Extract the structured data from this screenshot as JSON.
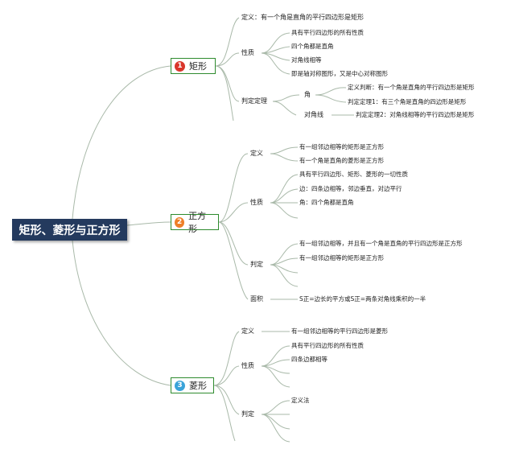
{
  "root": {
    "title": "矩形、菱形与正方形"
  },
  "colors": {
    "line": "#a9b9a9",
    "branch_border": "#2e8b2e",
    "root_bg": "#243a5e",
    "badge1": "#d9362b",
    "badge2": "#ee7f27",
    "badge3": "#3aa3d9"
  },
  "branches": [
    {
      "number": "1",
      "title": "矩形",
      "definition": {
        "label": "定义",
        "text": "有一个角是直角的平行四边形是矩形"
      },
      "properties": {
        "label": "性质",
        "items": [
          "具有平行四边形的所有性质",
          "四个角都是直角",
          "对角线相等",
          "即是轴对称图形，又是中心对称图形"
        ]
      },
      "criteria": {
        "label": "判定定理",
        "angle": {
          "label": "角",
          "items": [
            "定义判断：有一个角是直角的平行四边形是矩形",
            "判定定理1：有三个角是直角的四边形是矩形"
          ]
        },
        "diagonal": {
          "label": "对角线",
          "item": "判定定理2：对角线相等的平行四边形是矩形"
        }
      }
    },
    {
      "number": "2",
      "title": "正方形",
      "definition": {
        "label": "定义",
        "items": [
          "有一组邻边相等的矩形是正方形",
          "有一个角是直角的菱形是正方形"
        ]
      },
      "properties": {
        "label": "性质",
        "items": [
          "具有平行四边形、矩形、菱形的一切性质",
          "边：四条边相等，邻边垂直，对边平行",
          "角：四个角都是直角"
        ]
      },
      "criteria": {
        "label": "判定",
        "items": [
          "有一组邻边相等，并且有一个角是直角的平行四边形是正方形",
          "有一组邻边相等的矩形是正方形"
        ]
      },
      "area": {
        "label": "面积",
        "text": "S正=边长的平方或S正=两条对角线乘积的一半"
      }
    },
    {
      "number": "3",
      "title": "菱形",
      "definition": {
        "label": "定义",
        "text": "有一组邻边相等的平行四边形是菱形"
      },
      "properties": {
        "label": "性质",
        "items": [
          "具有平行四边形的所有性质",
          "四条边都相等"
        ]
      },
      "criteria": {
        "label": "判定",
        "items": [
          "定义法"
        ]
      }
    }
  ]
}
